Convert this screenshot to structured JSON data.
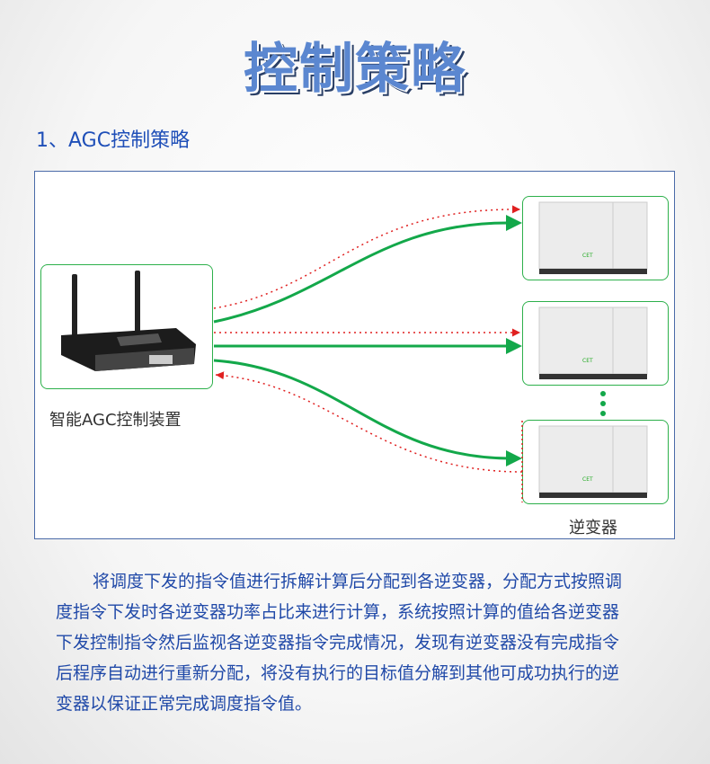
{
  "title": "控制策略",
  "section_heading": "1、AGC控制策略",
  "diagram": {
    "controller_label": "智能AGC控制装置",
    "inverter_label": "逆变器",
    "inverter_brand": "CET",
    "colors": {
      "command_arrow": "#13a84a",
      "feedback_arrow": "#e02020",
      "box_border": "#2db04b"
    }
  },
  "description_lines": [
    "将调度下发的指令值进行拆解计算后分配到各逆变器，分配方式按照调",
    "度指令下发时各逆变器功率占比来进行计算，系统按照计算的值给各逆变器",
    "下发控制指令然后监视各逆变器指令完成情况，发现有逆变器没有完成指令",
    "后程序自动进行重新分配，将没有执行的目标值分解到其他可成功执行的逆",
    "变器以保证正常完成调度指令值。"
  ]
}
